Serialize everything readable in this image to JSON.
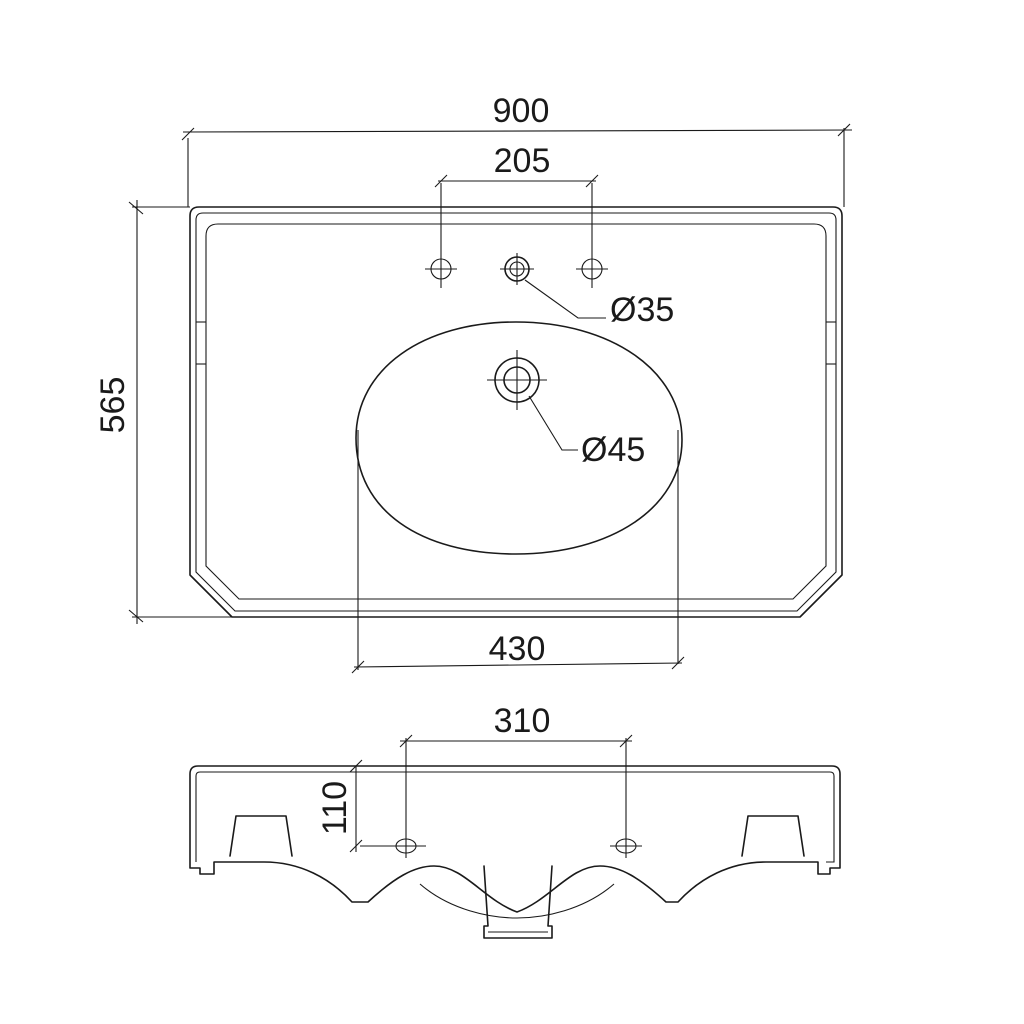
{
  "dimensions": {
    "overall_width": "900",
    "tap_hole_spacing": "205",
    "tap_hole_diameter": "Ø35",
    "waste_diameter": "Ø45",
    "overall_depth": "565",
    "bowl_width": "430",
    "fixing_spacing": "310",
    "fixing_height": "110"
  }
}
